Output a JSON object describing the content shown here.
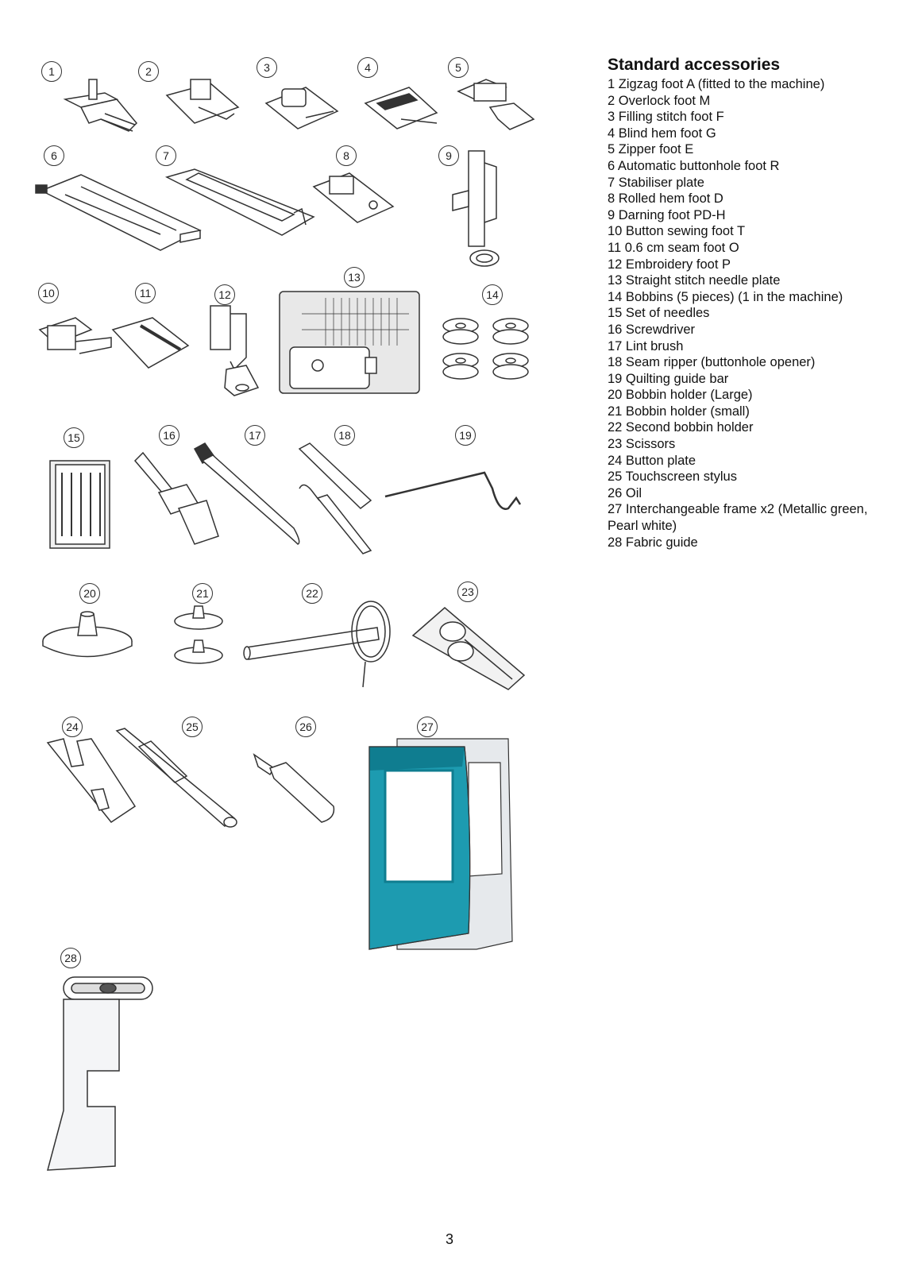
{
  "heading": "Standard accessories",
  "items": [
    "1   Zigzag foot A (fitted to the machine)",
    "2 Overlock foot M",
    "3 Filling stitch foot F",
    "4 Blind hem foot G",
    "5 Zipper foot E",
    "6 Automatic buttonhole foot R",
    "7 Stabiliser plate",
    "8 Rolled hem foot D",
    "9 Darning foot PD-H",
    "10 Button sewing foot T",
    "11 0.6 cm seam foot O",
    "12 Embroidery foot P",
    "13 Straight stitch needle plate",
    "14 Bobbins (5 pieces) (1 in the machine)",
    "15 Set of needles",
    "16 Screwdriver",
    "17 Lint brush",
    "18 Seam ripper (buttonhole opener)",
    "19 Quilting guide bar",
    "20 Bobbin holder (Large)",
    "21 Bobbin holder (small)",
    "22 Second bobbin holder",
    "23 Scissors",
    "24 Button plate",
    "25 Touchscreen stylus",
    "26 Oil",
    "27    Interchangeable frame x2 (Metallic green, Pearl white)",
    "28 Fabric guide"
  ],
  "badges": [
    "1",
    "2",
    "3",
    "4",
    "5",
    "6",
    "7",
    "8",
    "9",
    "10",
    "11",
    "12",
    "13",
    "14",
    "15",
    "16",
    "17",
    "18",
    "19",
    "20",
    "21",
    "22",
    "23",
    "24",
    "25",
    "26",
    "27",
    "28"
  ],
  "page_number": "3",
  "colors": {
    "frame_teal": "#1d9bb0",
    "frame_dark": "#0f7d90",
    "line": "#333333"
  }
}
